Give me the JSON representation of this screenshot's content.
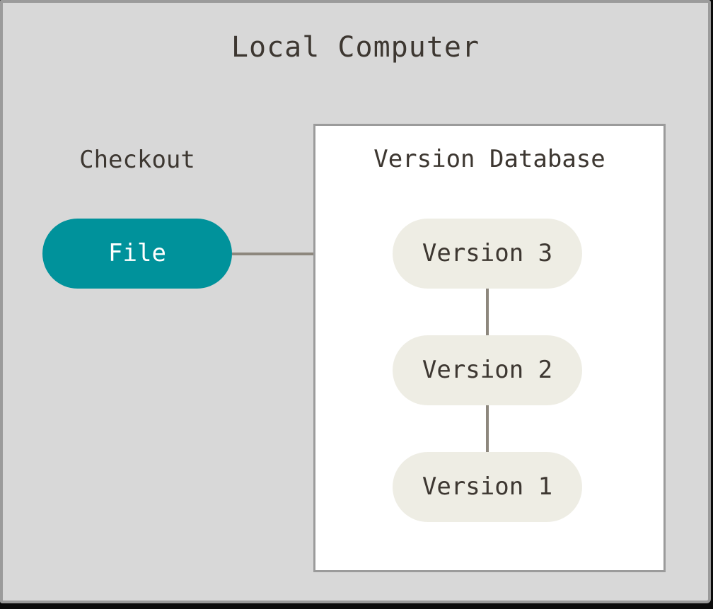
{
  "diagram": {
    "title": "Local Computer",
    "checkout_label": "Checkout",
    "file_node": {
      "label": "File"
    },
    "version_database": {
      "title": "Version Database",
      "versions": [
        {
          "label": "Version 3"
        },
        {
          "label": "Version 2"
        },
        {
          "label": "Version 1"
        }
      ]
    },
    "connections": [
      "File - Version 3",
      "Version 3 - Version 2",
      "Version 2 - Version 1"
    ],
    "colors": {
      "panel_background": "#d8d8d8",
      "outer_background": "#0b0b0b",
      "panel_border": "#9b9b9b",
      "database_box_background": "#ffffff",
      "version_pill_background": "#eeede4",
      "file_pill_background": "#00929b",
      "text_dark": "#3d3731",
      "file_text": "#ffffff",
      "connector_line": "#8d877d"
    }
  }
}
